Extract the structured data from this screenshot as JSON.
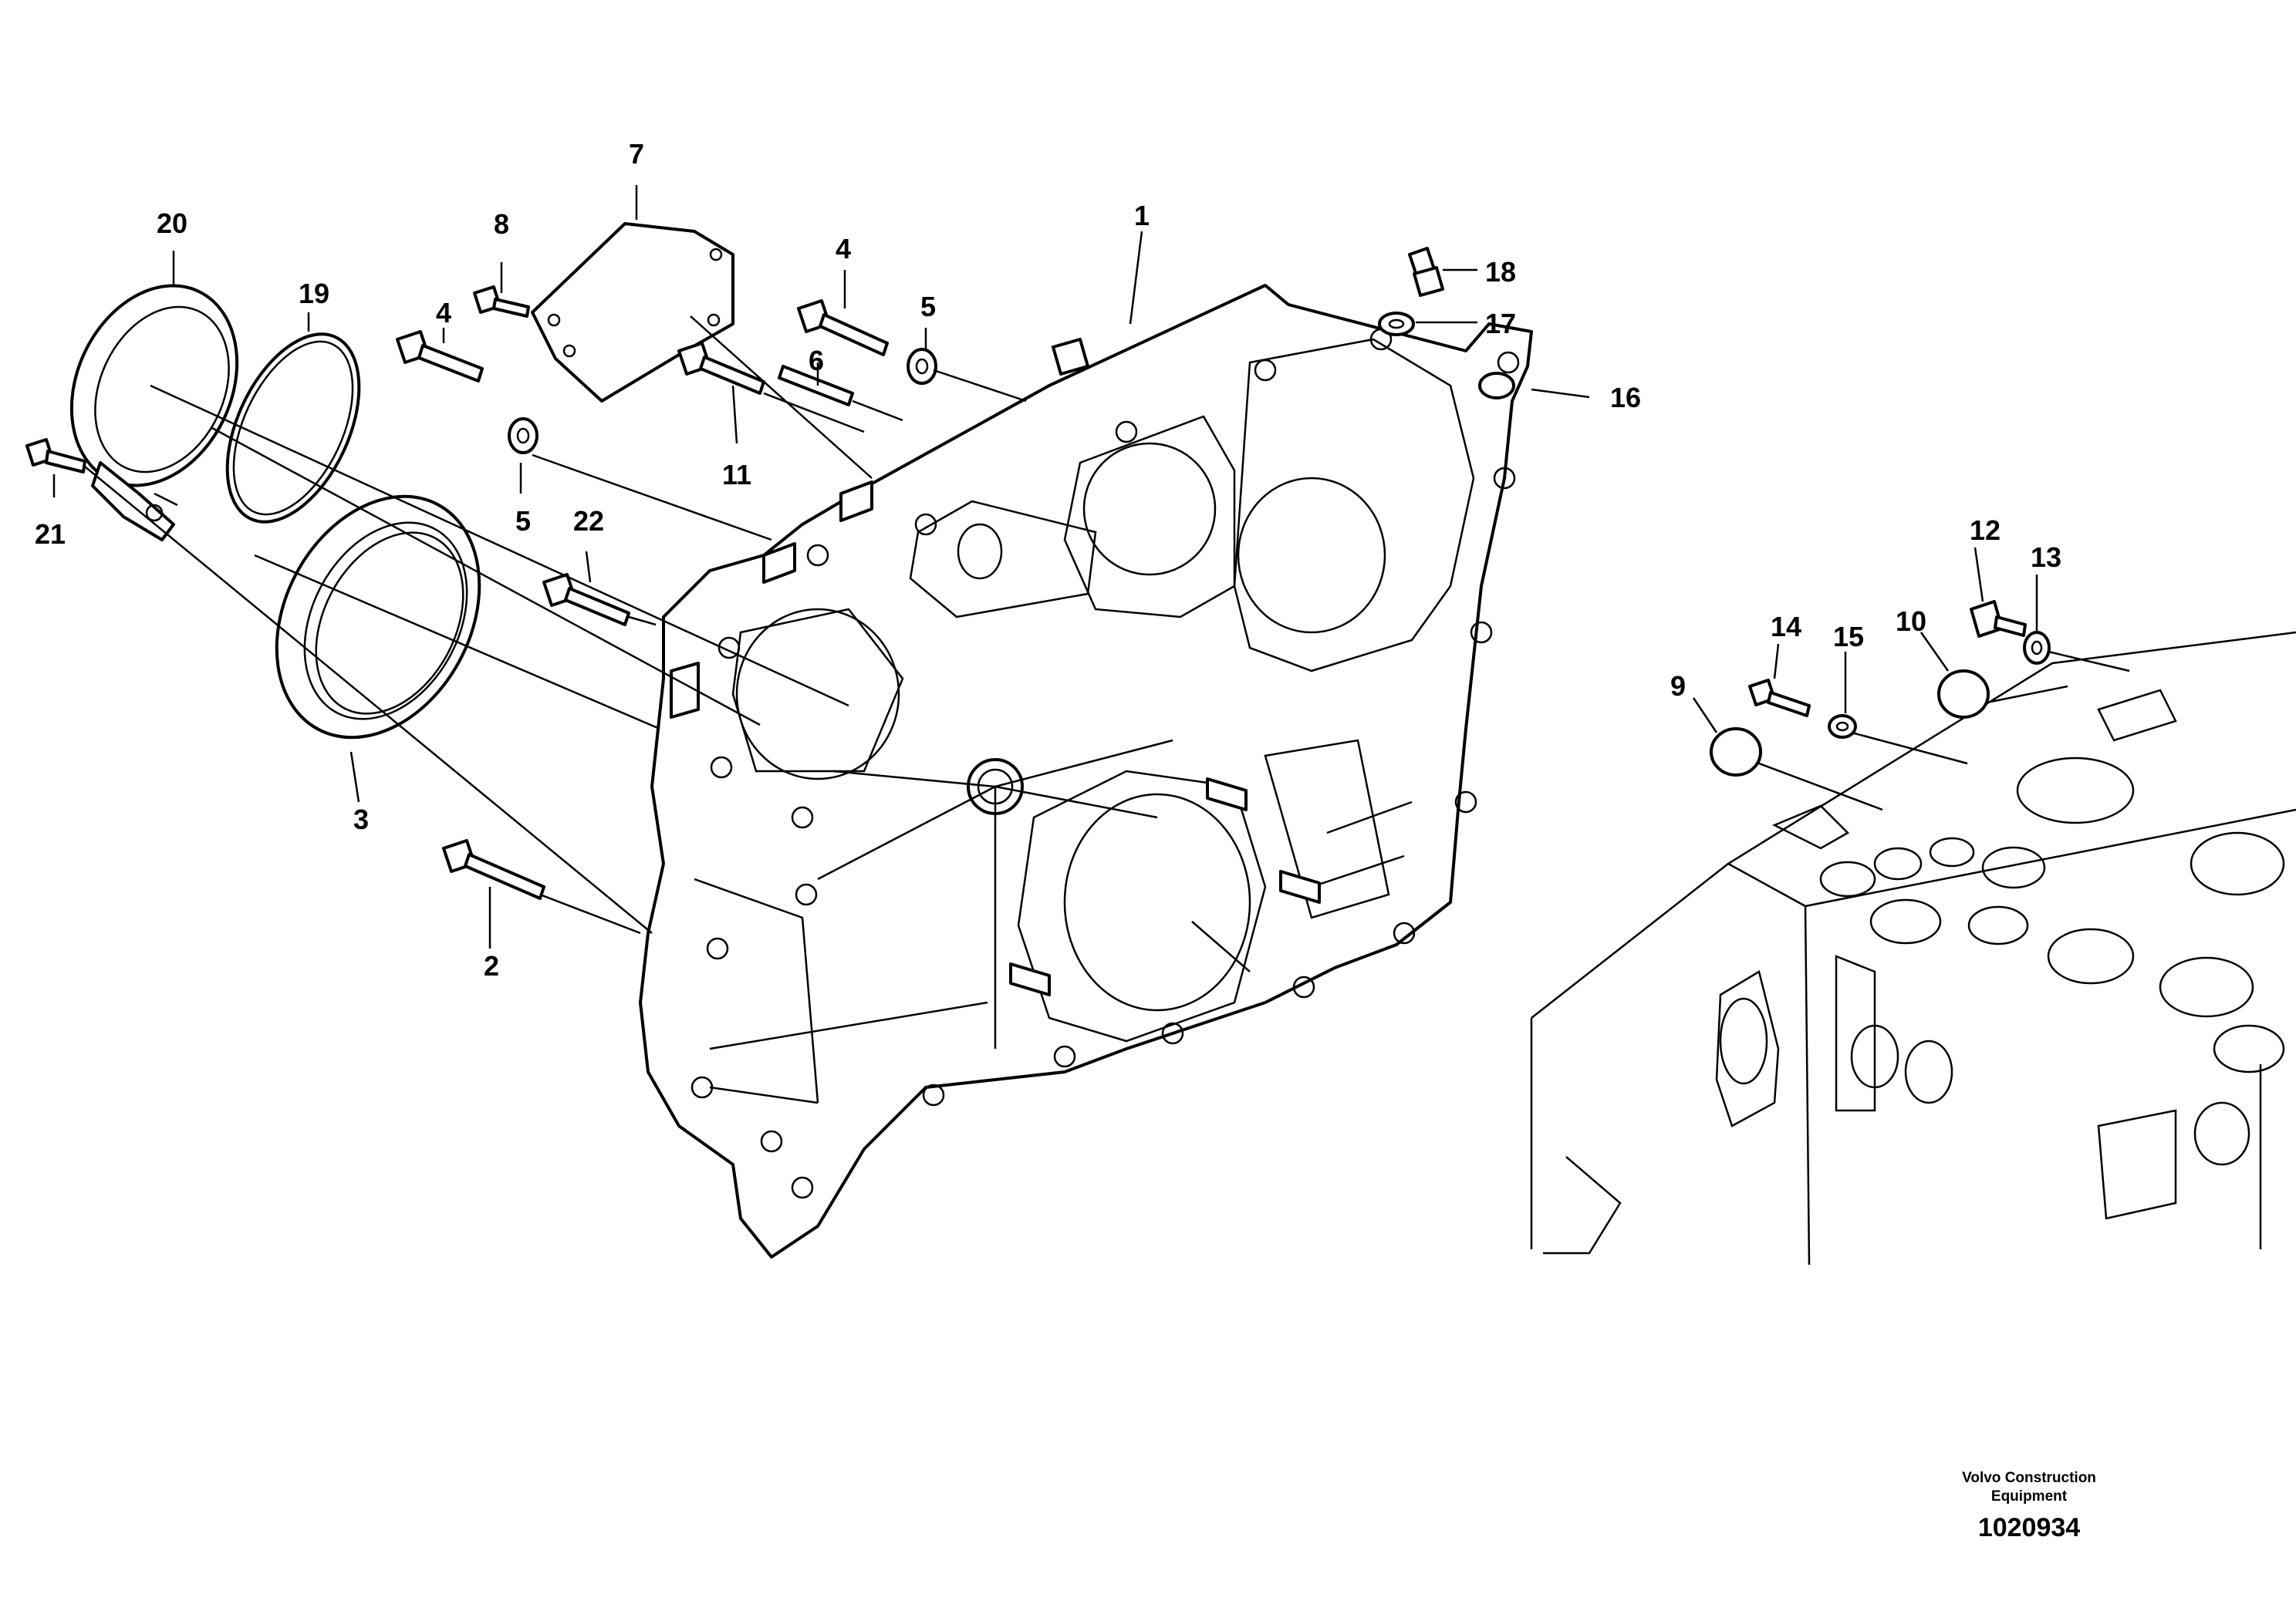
{
  "callouts": [
    {
      "id": "1",
      "text": "1"
    },
    {
      "id": "2",
      "text": "2"
    },
    {
      "id": "3",
      "text": "3"
    },
    {
      "id": "4a",
      "text": "4"
    },
    {
      "id": "4b",
      "text": "4"
    },
    {
      "id": "5a",
      "text": "5"
    },
    {
      "id": "5b",
      "text": "5"
    },
    {
      "id": "6",
      "text": "6"
    },
    {
      "id": "7",
      "text": "7"
    },
    {
      "id": "8",
      "text": "8"
    },
    {
      "id": "9",
      "text": "9"
    },
    {
      "id": "10",
      "text": "10"
    },
    {
      "id": "11",
      "text": "11"
    },
    {
      "id": "12",
      "text": "12"
    },
    {
      "id": "13",
      "text": "13"
    },
    {
      "id": "14",
      "text": "14"
    },
    {
      "id": "15",
      "text": "15"
    },
    {
      "id": "16",
      "text": "16"
    },
    {
      "id": "17",
      "text": "17"
    },
    {
      "id": "18",
      "text": "18"
    },
    {
      "id": "19",
      "text": "19"
    },
    {
      "id": "20",
      "text": "20"
    },
    {
      "id": "21",
      "text": "21"
    },
    {
      "id": "22",
      "text": "22"
    }
  ],
  "footer": {
    "company_line1": "Volvo Construction",
    "company_line2": "Equipment",
    "drawing_number": "1020934"
  }
}
